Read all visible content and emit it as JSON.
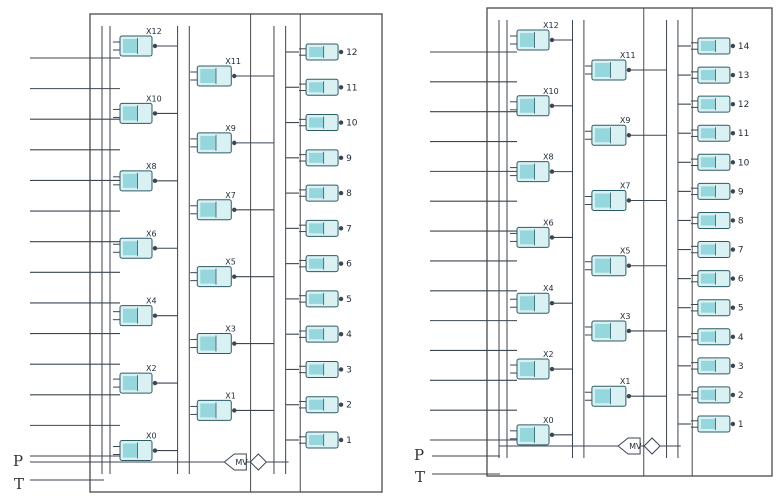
{
  "colors": {
    "wire": "#3c4650",
    "frame": "#4a4a4a",
    "gate_fill": "#d9f1f2",
    "gate_stroke": "#2c5c66",
    "accent": "#45b8c4",
    "background": "#ffffff"
  },
  "panels": [
    {
      "id": "left",
      "label_texts": [
        "X12",
        "X10",
        "X8",
        "X6",
        "X4",
        "X2",
        "X0"
      ],
      "mid_labels": [
        "X11",
        "X9",
        "X7",
        "X5",
        "X3",
        "X1"
      ],
      "output_labels": [
        "12",
        "11",
        "10",
        "9",
        "8",
        "7",
        "6",
        "5",
        "4",
        "3",
        "2",
        "1"
      ],
      "bus_label": "MV"
    },
    {
      "id": "right",
      "label_texts": [
        "X12",
        "X10",
        "X8",
        "X6",
        "X4",
        "X2",
        "X0"
      ],
      "mid_labels": [
        "X11",
        "X9",
        "X7",
        "X5",
        "X3",
        "X1"
      ],
      "output_labels": [
        "14",
        "13",
        "12",
        "11",
        "10",
        "9",
        "8",
        "7",
        "6",
        "5",
        "4",
        "3",
        "2",
        "1"
      ],
      "bus_label": "MV"
    }
  ],
  "inputs": {
    "p_label": "P",
    "t_label": "T"
  }
}
